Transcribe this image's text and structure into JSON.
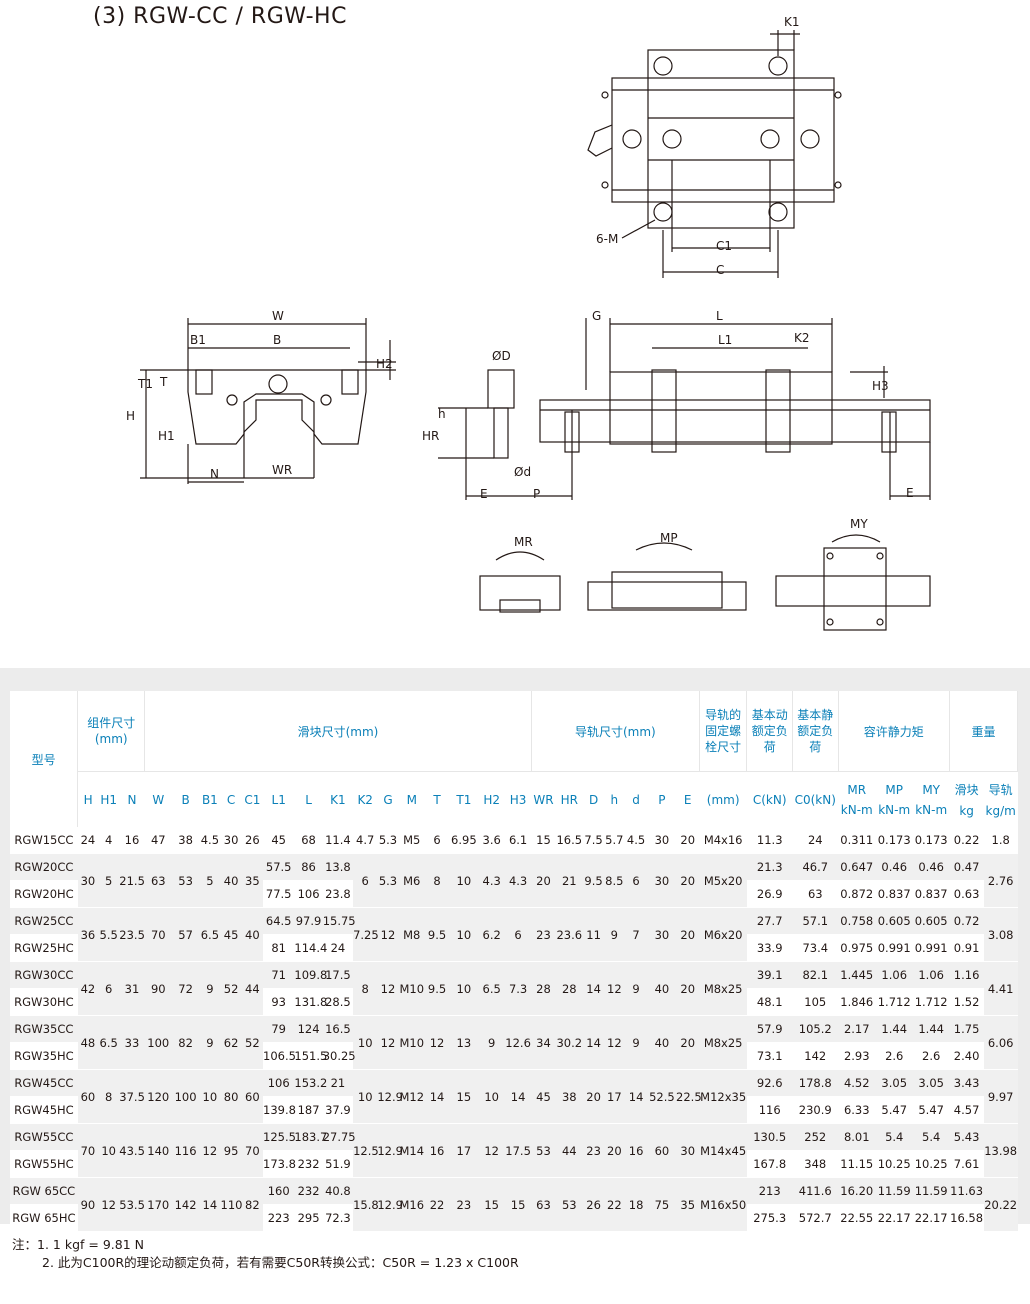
{
  "title": "(3) RGW-CC / RGW-HC",
  "drawing_labels": {
    "top": [
      "K1",
      "6-M",
      "C1",
      "C"
    ],
    "front": [
      "W",
      "B1",
      "B",
      "H2",
      "T1",
      "T",
      "H",
      "H1",
      "N",
      "WR"
    ],
    "side": [
      "ØD",
      "h",
      "HR",
      "Ød",
      "E",
      "P",
      "G",
      "L",
      "L1",
      "K2",
      "H3",
      "E"
    ],
    "moments": [
      "MR",
      "MP",
      "MY"
    ]
  },
  "table": {
    "header_model": "型号",
    "groups": {
      "assembly": "组件尺寸(mm)",
      "block": "滑块尺寸(mm)",
      "rail": "导轨尺寸(mm)",
      "bolt": "导轨的固定螺栓尺寸",
      "dynamic": "基本动额定负荷",
      "static": "基本静额定负荷",
      "moment": "容许静力矩",
      "weight": "重量"
    },
    "sub_headers": [
      "H",
      "H1",
      "N",
      "W",
      "B",
      "B1",
      "C",
      "C1",
      "L1",
      "L",
      "K1",
      "K2",
      "G",
      "M",
      "T",
      "T1",
      "H2",
      "H3",
      "WR",
      "HR",
      "D",
      "h",
      "d",
      "P",
      "E",
      "(mm)",
      "C(kN)",
      "C0(kN)",
      "MR",
      "MP",
      "MY",
      "滑块",
      "导轨"
    ],
    "units": [
      "kN-m",
      "kN-m",
      "kN-m",
      "kg",
      "kg/m"
    ],
    "rows": [
      {
        "model": "RGW15CC",
        "H": "24",
        "H1": "4",
        "N": "16",
        "W": "47",
        "B": "38",
        "B1": "4.5",
        "C": "30",
        "C1": "26",
        "L1": "45",
        "L": "68",
        "K1": "11.4",
        "K2": "4.7",
        "G": "5.3",
        "M": "M5",
        "T": "6",
        "T1": "6.95",
        "H2": "3.6",
        "H3": "6.1",
        "WR": "15",
        "HR": "16.5",
        "D": "7.5",
        "h": "5.7",
        "d": "4.5",
        "P": "30",
        "E": "20",
        "bolt": "M4x16",
        "C_kN": "11.3",
        "C0_kN": "24",
        "MR": "0.311",
        "MP": "0.173",
        "MY": "0.173",
        "block_kg": "0.22",
        "rail_kgm": "1.8"
      },
      {
        "model": "RGW20CC",
        "H": "30",
        "H1": "5",
        "N": "21.5",
        "W": "63",
        "B": "53",
        "B1": "5",
        "C": "40",
        "C1": "35",
        "L1": "57.5",
        "L": "86",
        "K1": "13.8",
        "K2": "6",
        "G": "5.3",
        "M": "M6",
        "T": "8",
        "T1": "10",
        "H2": "4.3",
        "H3": "4.3",
        "WR": "20",
        "HR": "21",
        "D": "9.5",
        "h": "8.5",
        "d": "6",
        "P": "30",
        "E": "20",
        "bolt": "M5x20",
        "C_kN": "21.3",
        "C0_kN": "46.7",
        "MR": "0.647",
        "MP": "0.46",
        "MY": "0.46",
        "block_kg": "0.47",
        "rail_kgm": "2.76"
      },
      {
        "model": "RGW20HC",
        "L1": "77.5",
        "L": "106",
        "K1": "23.8",
        "C_kN": "26.9",
        "C0_kN": "63",
        "MR": "0.872",
        "MP": "0.837",
        "MY": "0.837",
        "block_kg": "0.63"
      },
      {
        "model": "RGW25CC",
        "H": "36",
        "H1": "5.5",
        "N": "23.5",
        "W": "70",
        "B": "57",
        "B1": "6.5",
        "C": "45",
        "C1": "40",
        "L1": "64.5",
        "L": "97.9",
        "K1": "15.75",
        "K2": "7.25",
        "G": "12",
        "M": "M8",
        "T": "9.5",
        "T1": "10",
        "H2": "6.2",
        "H3": "6",
        "WR": "23",
        "HR": "23.6",
        "D": "11",
        "h": "9",
        "d": "7",
        "P": "30",
        "E": "20",
        "bolt": "M6x20",
        "C_kN": "27.7",
        "C0_kN": "57.1",
        "MR": "0.758",
        "MP": "0.605",
        "MY": "0.605",
        "block_kg": "0.72",
        "rail_kgm": "3.08"
      },
      {
        "model": "RGW25HC",
        "L1": "81",
        "L": "114.4",
        "K1": "24",
        "C_kN": "33.9",
        "C0_kN": "73.4",
        "MR": "0.975",
        "MP": "0.991",
        "MY": "0.991",
        "block_kg": "0.91"
      },
      {
        "model": "RGW30CC",
        "H": "42",
        "H1": "6",
        "N": "31",
        "W": "90",
        "B": "72",
        "B1": "9",
        "C": "52",
        "C1": "44",
        "L1": "71",
        "L": "109.8",
        "K1": "17.5",
        "K2": "8",
        "G": "12",
        "M": "M10",
        "T": "9.5",
        "T1": "10",
        "H2": "6.5",
        "H3": "7.3",
        "WR": "28",
        "HR": "28",
        "D": "14",
        "h": "12",
        "d": "9",
        "P": "40",
        "E": "20",
        "bolt": "M8x25",
        "C_kN": "39.1",
        "C0_kN": "82.1",
        "MR": "1.445",
        "MP": "1.06",
        "MY": "1.06",
        "block_kg": "1.16",
        "rail_kgm": "4.41"
      },
      {
        "model": "RGW30HC",
        "L1": "93",
        "L": "131.8",
        "K1": "28.5",
        "C_kN": "48.1",
        "C0_kN": "105",
        "MR": "1.846",
        "MP": "1.712",
        "MY": "1.712",
        "block_kg": "1.52"
      },
      {
        "model": "RGW35CC",
        "H": "48",
        "H1": "6.5",
        "N": "33",
        "W": "100",
        "B": "82",
        "B1": "9",
        "C": "62",
        "C1": "52",
        "L1": "79",
        "L": "124",
        "K1": "16.5",
        "K2": "10",
        "G": "12",
        "M": "M10",
        "T": "12",
        "T1": "13",
        "H2": "9",
        "H3": "12.6",
        "WR": "34",
        "HR": "30.2",
        "D": "14",
        "h": "12",
        "d": "9",
        "P": "40",
        "E": "20",
        "bolt": "M8x25",
        "C_kN": "57.9",
        "C0_kN": "105.2",
        "MR": "2.17",
        "MP": "1.44",
        "MY": "1.44",
        "block_kg": "1.75",
        "rail_kgm": "6.06"
      },
      {
        "model": "RGW35HC",
        "L1": "106.5",
        "L": "151.5",
        "K1": "30.25",
        "C_kN": "73.1",
        "C0_kN": "142",
        "MR": "2.93",
        "MP": "2.6",
        "MY": "2.6",
        "block_kg": "2.40"
      },
      {
        "model": "RGW45CC",
        "H": "60",
        "H1": "8",
        "N": "37.5",
        "W": "120",
        "B": "100",
        "B1": "10",
        "C": "80",
        "C1": "60",
        "L1": "106",
        "L": "153.2",
        "K1": "21",
        "K2": "10",
        "G": "12.9",
        "M": "M12",
        "T": "14",
        "T1": "15",
        "H2": "10",
        "H3": "14",
        "WR": "45",
        "HR": "38",
        "D": "20",
        "h": "17",
        "d": "14",
        "P": "52.5",
        "E": "22.5",
        "bolt": "M12x35",
        "C_kN": "92.6",
        "C0_kN": "178.8",
        "MR": "4.52",
        "MP": "3.05",
        "MY": "3.05",
        "block_kg": "3.43",
        "rail_kgm": "9.97"
      },
      {
        "model": "RGW45HC",
        "L1": "139.8",
        "L": "187",
        "K1": "37.9",
        "C_kN": "116",
        "C0_kN": "230.9",
        "MR": "6.33",
        "MP": "5.47",
        "MY": "5.47",
        "block_kg": "4.57"
      },
      {
        "model": "RGW55CC",
        "H": "70",
        "H1": "10",
        "N": "43.5",
        "W": "140",
        "B": "116",
        "B1": "12",
        "C": "95",
        "C1": "70",
        "L1": "125.5",
        "L": "183.7",
        "K1": "27.75",
        "K2": "12.5",
        "G": "12.9",
        "M": "M14",
        "T": "16",
        "T1": "17",
        "H2": "12",
        "H3": "17.5",
        "WR": "53",
        "HR": "44",
        "D": "23",
        "h": "20",
        "d": "16",
        "P": "60",
        "E": "30",
        "bolt": "M14x45",
        "C_kN": "130.5",
        "C0_kN": "252",
        "MR": "8.01",
        "MP": "5.4",
        "MY": "5.4",
        "block_kg": "5.43",
        "rail_kgm": "13.98"
      },
      {
        "model": "RGW55HC",
        "L1": "173.8",
        "L": "232",
        "K1": "51.9",
        "C_kN": "167.8",
        "C0_kN": "348",
        "MR": "11.15",
        "MP": "10.25",
        "MY": "10.25",
        "block_kg": "7.61"
      },
      {
        "model": "RGW 65CC",
        "H": "90",
        "H1": "12",
        "N": "53.5",
        "W": "170",
        "B": "142",
        "B1": "14",
        "C": "110",
        "C1": "82",
        "L1": "160",
        "L": "232",
        "K1": "40.8",
        "K2": "15.8",
        "G": "12.9",
        "M": "M16",
        "T": "22",
        "T1": "23",
        "H2": "15",
        "H3": "15",
        "WR": "63",
        "HR": "53",
        "D": "26",
        "h": "22",
        "d": "18",
        "P": "75",
        "E": "35",
        "bolt": "M16x50",
        "C_kN": "213",
        "C0_kN": "411.6",
        "MR": "16.20",
        "MP": "11.59",
        "MY": "11.59",
        "block_kg": "11.63",
        "rail_kgm": "20.22"
      },
      {
        "model": "RGW 65HC",
        "L1": "223",
        "L": "295",
        "K1": "72.3",
        "C_kN": "275.3",
        "C0_kN": "572.7",
        "MR": "22.55",
        "MP": "22.17",
        "MY": "22.17",
        "block_kg": "16.58"
      }
    ]
  },
  "notes": {
    "line1": "注：1.  1 kgf = 9.81 N",
    "line2": "2.  此为C100R的理论动额定负荷，若有需要C50R转换公式：C50R = 1.23 x C100R"
  }
}
